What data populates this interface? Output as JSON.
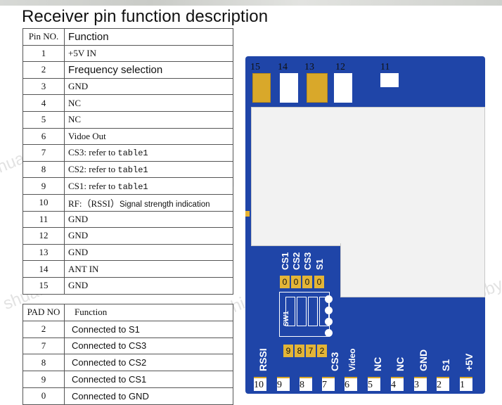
{
  "title": "Receiver pin function description",
  "pin_table": {
    "headers": [
      "Pin NO.",
      "Function"
    ],
    "rows": [
      {
        "no": "1",
        "fn": "+5V IN"
      },
      {
        "no": "2",
        "fn": "Frequency selection"
      },
      {
        "no": "3",
        "fn": "GND"
      },
      {
        "no": "4",
        "fn": "NC"
      },
      {
        "no": "5",
        "fn": "NC"
      },
      {
        "no": "6",
        "fn": "Vidoe Out"
      },
      {
        "no": "7",
        "fn_a": "CS3:",
        "fn_b": "refer to",
        "fn_c": "table1"
      },
      {
        "no": "8",
        "fn_a": "CS2:",
        "fn_b": "refer to",
        "fn_c": "table1"
      },
      {
        "no": "9",
        "fn_a": "CS1:",
        "fn_b": "refer to",
        "fn_c": "table1"
      },
      {
        "no": "10",
        "fn_a": "RF:（RSSI）",
        "fn_b": "Signal strength indication"
      },
      {
        "no": "11",
        "fn": "GND"
      },
      {
        "no": "12",
        "fn": "GND"
      },
      {
        "no": "13",
        "fn": "GND"
      },
      {
        "no": "14",
        "fn": "ANT IN"
      },
      {
        "no": "15",
        "fn": "GND"
      }
    ]
  },
  "pad_table": {
    "headers": [
      "PAD NO",
      "Function"
    ],
    "rows": [
      {
        "no": "2",
        "fn": "Connected to S1"
      },
      {
        "no": "7",
        "fn": "Connected to CS3"
      },
      {
        "no": "8",
        "fn": "Connected to CS2"
      },
      {
        "no": "9",
        "fn": "Connected to CS1"
      },
      {
        "no": "0",
        "fn": "Connected to GND"
      }
    ]
  },
  "board": {
    "top_pins": [
      "15",
      "14",
      "13",
      "12",
      "11"
    ],
    "bottom_pins": [
      "10",
      "9",
      "8",
      "7",
      "6",
      "5",
      "4",
      "3",
      "2",
      "1"
    ],
    "bottom_labels": [
      "RSSI",
      "CS3",
      "Video",
      "NC",
      "NC",
      "GND",
      "S1",
      "+5V"
    ],
    "cs_labels": [
      "CS1",
      "CS2",
      "CS3",
      "S1"
    ],
    "jumper_top": [
      "0",
      "0",
      "0",
      "0"
    ],
    "jumper_bottom": [
      "9",
      "8",
      "7",
      "2"
    ],
    "switch_label": "SW1",
    "body_color": "#1f45a8",
    "pad_color": "#d9a82a"
  },
  "watermark": "shuaichi hobby"
}
